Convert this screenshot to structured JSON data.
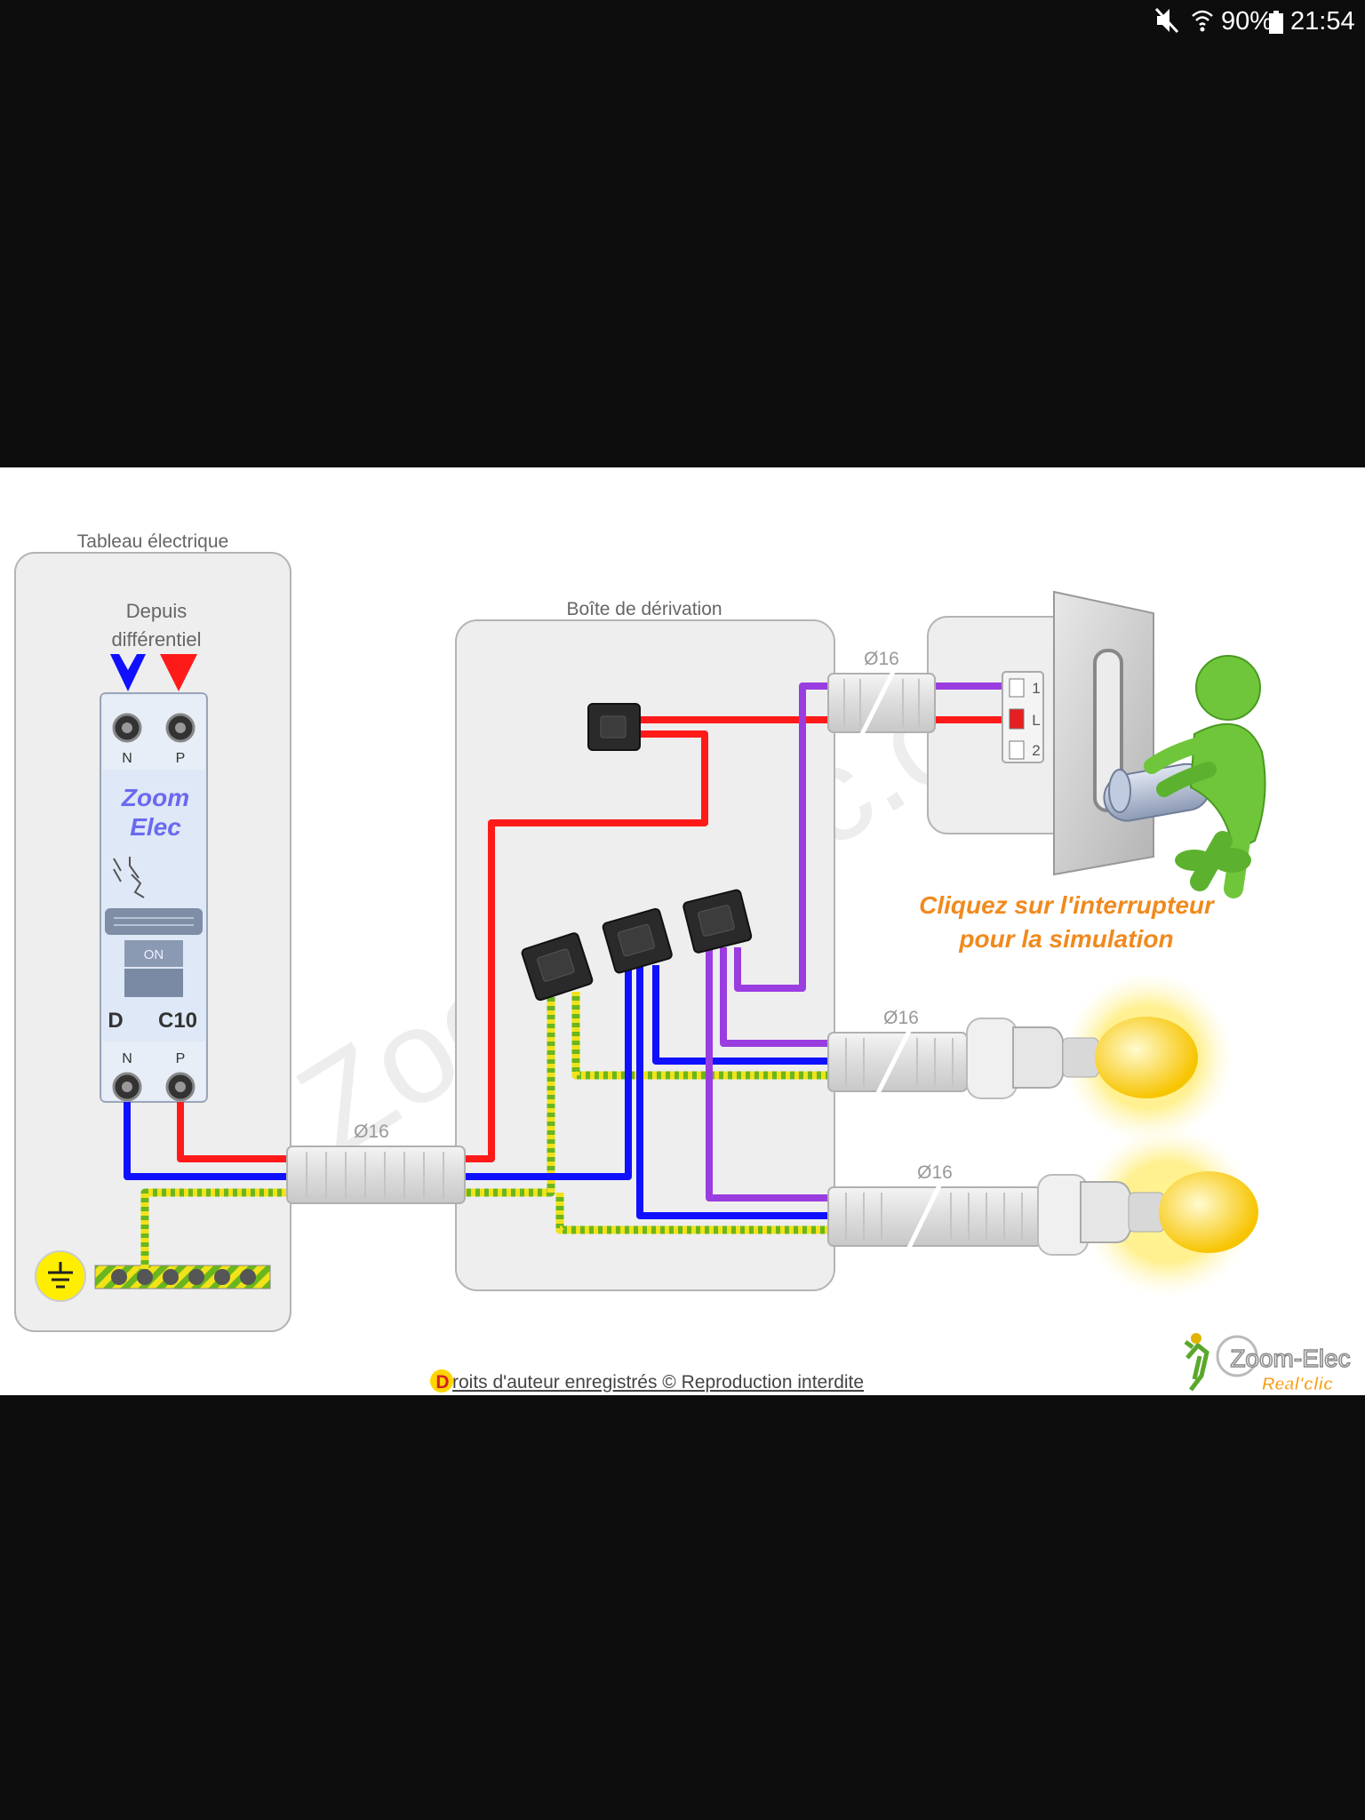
{
  "status_bar": {
    "battery": "90%",
    "time": "21:54",
    "icons": [
      "mute-icon",
      "wifi-icon",
      "battery-icon"
    ]
  },
  "diagram": {
    "panel_title": "Tableau électrique",
    "from_label_1": "Depuis",
    "from_label_2": "différentiel",
    "breaker": {
      "terminal_n": "N",
      "terminal_p": "P",
      "brand_1": "Zoom",
      "brand_2": "Elec",
      "switch_label": "ON",
      "curve": "D",
      "rating": "C10"
    },
    "junction_box_title": "Boîte de dérivation",
    "conduit_labels": [
      "Ø16",
      "Ø16",
      "Ø16",
      "Ø16"
    ],
    "switch_terminals": [
      "1",
      "L",
      "2"
    ],
    "instruction_1": "Cliquez sur l'interrupteur",
    "instruction_2": "pour la simulation",
    "copyright_initial": "D",
    "copyright_text": "roits d'auteur enregistrés © Reproduction interdite",
    "logo_text_1": "Zoom-Elec",
    "logo_text_2": "Real'clic",
    "watermark": "© Zoom-Elec.com",
    "colors": {
      "phase": "#ff1a1a",
      "neutral": "#1010ff",
      "return": "#9a3de0",
      "earth_green": "#6ab61e",
      "earth_yellow": "#f2e21a",
      "instruction": "#f08a1e"
    }
  }
}
